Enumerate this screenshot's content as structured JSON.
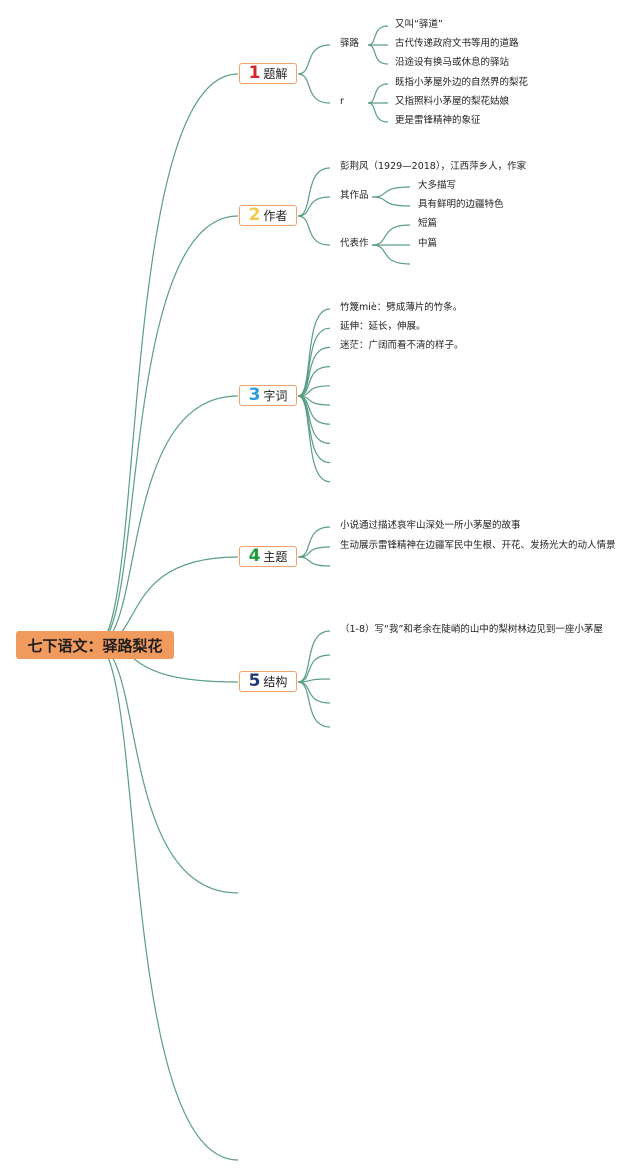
{
  "root": {
    "title": "七下语文：驿路梨花"
  },
  "topics": [
    {
      "num": "1",
      "label": "题解",
      "num_color": "#d6262b",
      "children": [
        {
          "label": "驿路",
          "children": [
            "又叫“驿道”",
            "古代传递政府文书等用的道路",
            "沿途设有换马或休息的驿站"
          ]
        },
        {
          "label": "r",
          "children": [
            "既指小茅屋外边的自然界的梨花",
            "又指照料小茅屋的梨花姑娘",
            "更是雷锋精神的象征"
          ]
        }
      ]
    },
    {
      "num": "2",
      "label": "作者",
      "num_color": "#f2c94c",
      "children": [
        {
          "label": "彭荆风（1929—2018），江西萍乡人，作家",
          "children": []
        },
        {
          "label": "其作品",
          "children": [
            "大多描写",
            "具有鲜明的边疆特色"
          ]
        },
        {
          "label": "代表作",
          "children": [
            "短篇",
            "中篇",
            ""
          ]
        }
      ]
    },
    {
      "num": "3",
      "label": "字词",
      "num_color": "#2d9be0",
      "children": [
        "竹篾miè：劈成薄片的竹条。",
        "延伸：延长，伸展。",
        "迷茫：广阔而看不清的样子。",
        "",
        "",
        "",
        "",
        "",
        "",
        ""
      ]
    },
    {
      "num": "4",
      "label": "主题",
      "num_color": "#1e9a3a",
      "children": [
        "小说通过描述哀牢山深处一所小茅屋的故事",
        "生动展示雷锋精神在边疆军民中生根、开花、发扬光大的动人情景",
        ""
      ]
    },
    {
      "num": "5",
      "label": "结构",
      "num_color": "#1e3a78",
      "children": [
        "（1-8）写“我”和老余在陡峭的山中的梨树林边见到一座小茅屋",
        "",
        "",
        "",
        ""
      ]
    }
  ],
  "colors": {
    "line": "#5b9e85",
    "topic_border": "#f2a36b",
    "root_fill": "#f19a5e"
  }
}
